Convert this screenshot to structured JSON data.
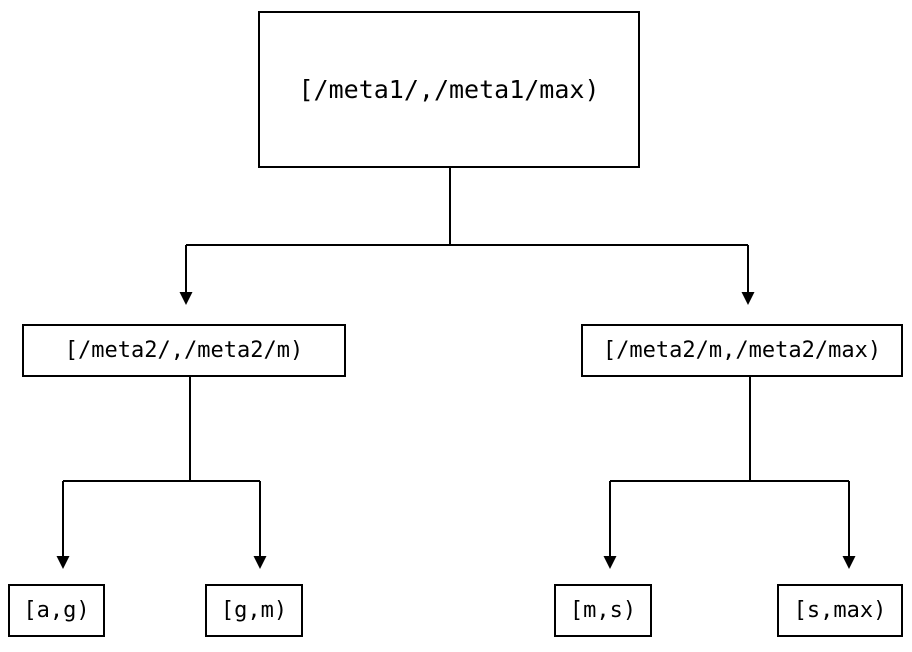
{
  "diagram": {
    "type": "tree",
    "orientation": "top-down",
    "background_color": "#ffffff",
    "line_color": "#000000",
    "text_color": "#000000",
    "levels": 3,
    "root": {
      "id": "root",
      "label": "[/meta1/,/meta1/max)"
    },
    "mid": [
      {
        "id": "mid-left",
        "label": "[/meta2/,/meta2/m)"
      },
      {
        "id": "mid-right",
        "label": "[/meta2/m,/meta2/max)"
      }
    ],
    "leaves": [
      {
        "id": "leaf-1",
        "label": "[a,g)"
      },
      {
        "id": "leaf-2",
        "label": "[g,m)"
      },
      {
        "id": "leaf-3",
        "label": "[m,s)"
      },
      {
        "id": "leaf-4",
        "label": "[s,max)"
      }
    ],
    "edges": [
      {
        "from": "root",
        "to": "mid-left",
        "arrow": "triangle-down"
      },
      {
        "from": "root",
        "to": "mid-right",
        "arrow": "triangle-down"
      },
      {
        "from": "mid-left",
        "to": "leaf-1",
        "arrow": "triangle-down"
      },
      {
        "from": "mid-left",
        "to": "leaf-2",
        "arrow": "triangle-down"
      },
      {
        "from": "mid-right",
        "to": "leaf-3",
        "arrow": "triangle-down"
      },
      {
        "from": "mid-right",
        "to": "leaf-4",
        "arrow": "triangle-down"
      }
    ]
  }
}
